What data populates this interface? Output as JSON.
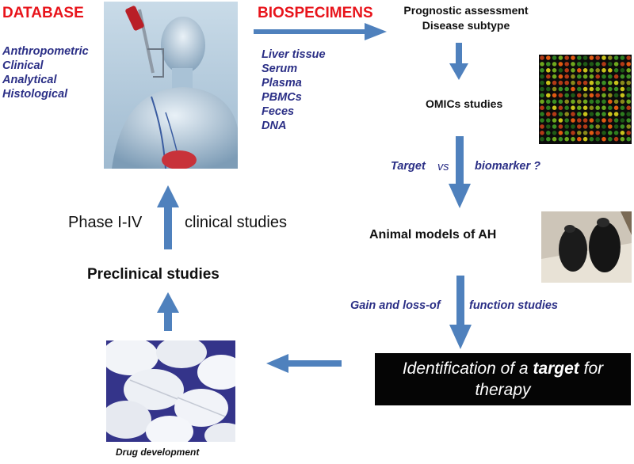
{
  "database": {
    "title": "DATABASE",
    "items": [
      "Anthropometric",
      "Clinical",
      "Analytical",
      "Histological"
    ]
  },
  "biospecimens": {
    "title": "BIOSPECIMENS",
    "items": [
      "Liver tissue",
      "Serum",
      "Plasma",
      "PBMCs",
      "Feces",
      "DNA"
    ]
  },
  "prognostic": {
    "line1": "Prognostic assessment",
    "line2": "Disease subtype"
  },
  "omics": "OMICs studies",
  "target_vs": {
    "left": "Target",
    "vs": "vs",
    "right": "biomarker ?"
  },
  "animal_models": "Animal models of AH",
  "gain_loss": {
    "left": "Gain and loss-of",
    "right": "function studies"
  },
  "identification": {
    "line1_pre": "Identification of a ",
    "line1_bold": "target",
    "line1_post": " for",
    "line2": "therapy"
  },
  "preclinical": "Preclinical studies",
  "phase": {
    "left": "Phase I-IV",
    "right": "clinical studies"
  },
  "drug_dev": "Drug development",
  "colors": {
    "arrow": "#4f81bd",
    "red": "#e8141b",
    "blue_text": "#2b2f86"
  },
  "icons": [
    "patient-illustration",
    "microarray-image",
    "mice-image",
    "pills-image"
  ]
}
